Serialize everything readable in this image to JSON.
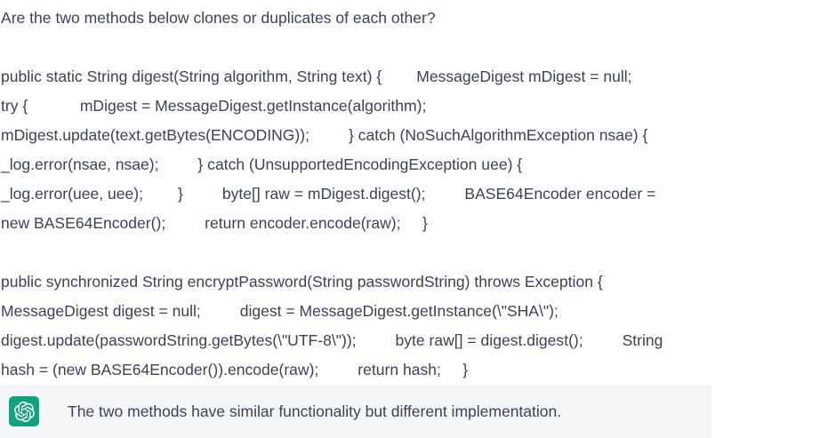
{
  "conversation": {
    "question": "Are the two methods below clones or duplicates of each other?",
    "code_blocks": [
      {
        "name": "digest-method",
        "lines": [
          "public static String digest(String algorithm, String text) {        MessageDigest mDigest = null;",
          "try {            mDigest = MessageDigest.getInstance(algorithm);",
          "mDigest.update(text.getBytes(ENCODING));         } catch (NoSuchAlgorithmException nsae) {",
          "_log.error(nsae, nsae);         } catch (UnsupportedEncodingException uee) {",
          "_log.error(uee, uee);        }         byte[] raw = mDigest.digest();         BASE64Encoder encoder =",
          "new BASE64Encoder();         return encoder.encode(raw);     }"
        ]
      },
      {
        "name": "encryptPassword-method",
        "lines": [
          "public synchronized String encryptPassword(String passwordString) throws Exception {",
          "MessageDigest digest = null;         digest = MessageDigest.getInstance(\\\"SHA\\\");",
          "digest.update(passwordString.getBytes(\\\"UTF-8\\\"));         byte raw[] = digest.digest();         String",
          "hash = (new BASE64Encoder()).encode(raw);         return hash;     }"
        ]
      }
    ],
    "answer": {
      "text": "The two methods have similar functionality but different implementation.",
      "avatar_icon": "openai-logo-icon",
      "avatar_color": "#10a37f",
      "panel_background": "#f5f6f7"
    }
  },
  "theme": {
    "text_color": "#3c4257",
    "page_background": "#ffffff"
  }
}
